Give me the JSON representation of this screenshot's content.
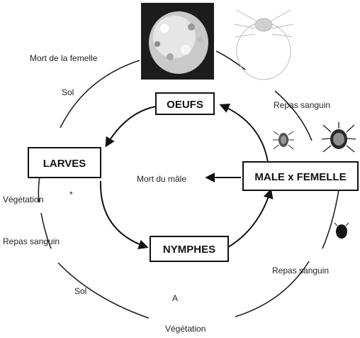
{
  "boxes": {
    "oeufs": "OEUFS",
    "larves": "LARVES",
    "nymphes": "NYMPHES",
    "male_femelle": "MALE x FEMELLE"
  },
  "labels": {
    "mort_femelle": "Mort de la femelle",
    "sol_top": "Sol",
    "repas_top_right": "Repas sanguin",
    "mort_male": "Mort du mâle",
    "vegetation_left": "Végétation",
    "star": "*",
    "repas_left": "Repas sanguin",
    "repas_bottom_right": "Repas sanguin",
    "sol_bottom": "Sol",
    "marker_a": "A",
    "vegetation_bottom": "Végétation"
  }
}
